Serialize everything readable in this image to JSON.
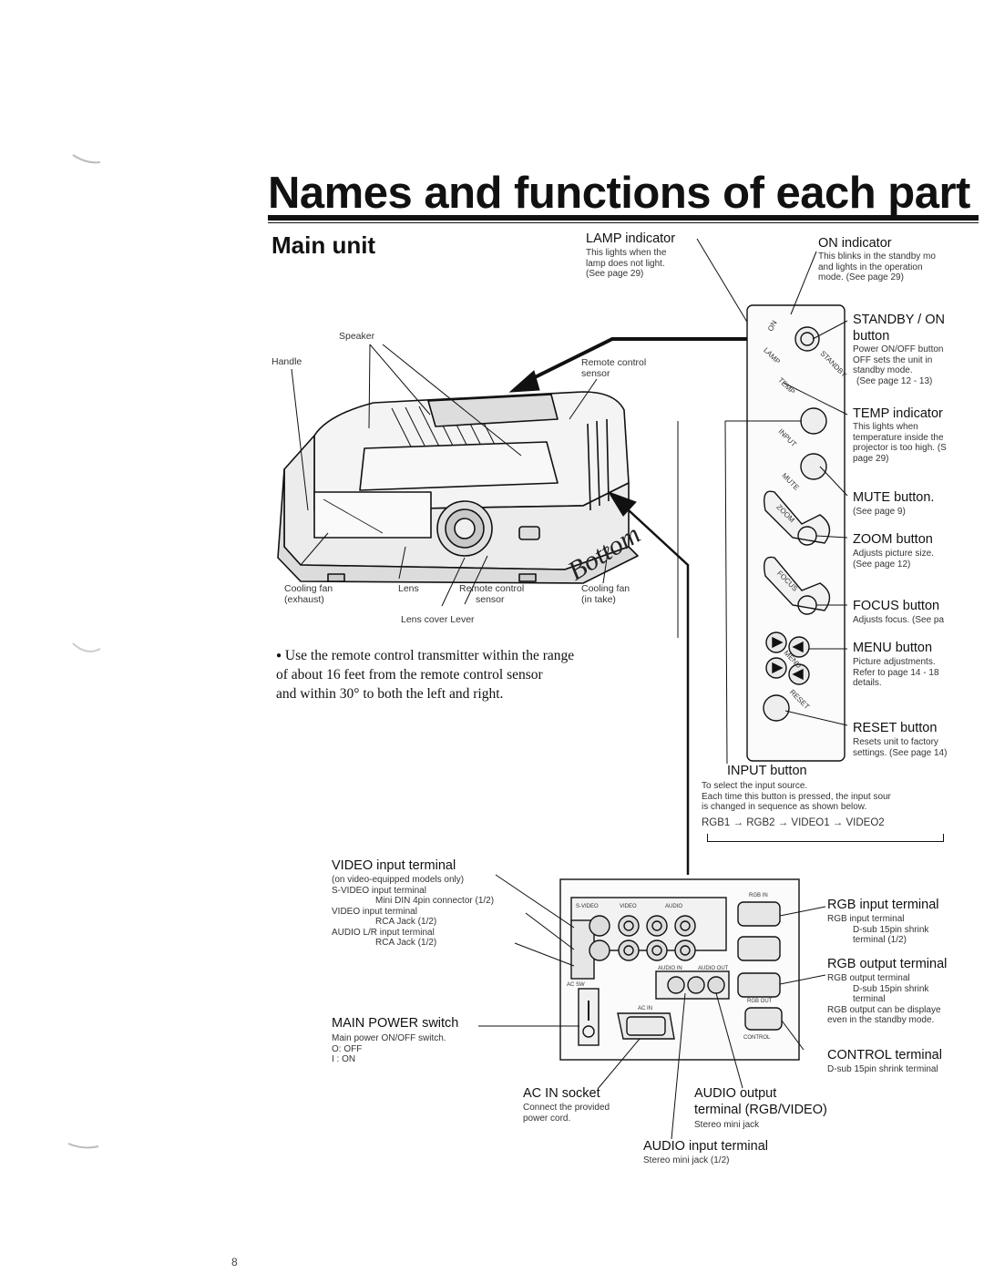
{
  "page": {
    "title": "Names and functions of each part",
    "section": "Main unit",
    "page_number": "8"
  },
  "projector_labels": {
    "lamp_indicator": {
      "name": "LAMP indicator",
      "desc": [
        "This lights when the",
        "lamp does not light.",
        "(See page 29)"
      ]
    },
    "speaker": "Speaker",
    "handle": "Handle",
    "remote_sensor_top": [
      "Remote control",
      "sensor"
    ],
    "cooling_exhaust": [
      "Cooling fan",
      "(exhaust)"
    ],
    "lens": "Lens",
    "remote_sensor_front": [
      "Remote control",
      "sensor"
    ],
    "cooling_intake": [
      "Cooling fan",
      "(in take)"
    ],
    "lens_cover": "Lens cover Lever",
    "handwriting": "Bottom"
  },
  "note": {
    "bullet": "●",
    "lines": [
      "Use the remote control transmitter within the range",
      "of about 16 feet from the remote control sensor",
      "and within 30° to both the left and right."
    ]
  },
  "control_panel": {
    "on_indicator": {
      "name": "ON indicator",
      "desc": [
        "This blinks in the standby mo",
        "and lights in the operation",
        "mode. (See page 29)"
      ]
    },
    "standby_button": {
      "name": [
        "STANDBY / ON",
        "button"
      ],
      "desc": [
        "Power ON/OFF button",
        "OFF sets the unit in",
        "standby mode.",
        "(See page 12 - 13)"
      ]
    },
    "temp_indicator": {
      "name": "TEMP indicator",
      "desc": [
        "This lights when",
        "temperature inside the",
        "projector is too high. (S",
        "page 29)"
      ]
    },
    "mute_button": {
      "name": "MUTE button.",
      "desc": [
        "(See page 9)"
      ]
    },
    "zoom_button": {
      "name": "ZOOM button",
      "desc": [
        "Adjusts picture size.",
        "(See page 12)"
      ]
    },
    "focus_button": {
      "name": "FOCUS button",
      "desc": [
        "Adjusts focus. (See pa"
      ]
    },
    "menu_button": {
      "name": "MENU button",
      "desc": [
        "Picture adjustments.",
        "Refer to page 14 - 18",
        "details."
      ]
    },
    "reset_button": {
      "name": "RESET button",
      "desc": [
        "Resets unit to factory",
        "settings. (See page 14)"
      ]
    },
    "input_button": {
      "name": "INPUT button",
      "desc": [
        "To select the input source.",
        "Each time this button is pressed, the input sour",
        "is changed in sequence as shown below."
      ],
      "sequence": "RGB1 → RGB2 → VIDEO1 → VIDEO2"
    },
    "panel_glyphs": {
      "on": "ON",
      "lamp": "LAMP",
      "temp": "TEMP",
      "standby": "STANDBY",
      "input": "INPUT",
      "mute": "MUTE",
      "zoom": "ZOOM",
      "focus": "FOCUS",
      "menu": "MENU",
      "reset": "RESET"
    }
  },
  "rear_panel": {
    "video_input": {
      "name": "VIDEO input terminal",
      "desc": [
        "(on video-equipped models only)",
        "S-VIDEO input terminal",
        "Mini DIN 4pin connector (1/2)",
        "VIDEO input terminal",
        "RCA Jack (1/2)",
        "AUDIO L/R input terminal",
        "RCA Jack (1/2)"
      ]
    },
    "main_power": {
      "name": "MAIN POWER switch",
      "desc": [
        "Main power ON/OFF switch.",
        "O: OFF",
        "I : ON"
      ]
    },
    "rgb_input": {
      "name": "RGB input terminal",
      "desc": [
        "RGB input terminal",
        "D-sub 15pin shrink",
        "terminal (1/2)"
      ]
    },
    "rgb_output": {
      "name": "RGB output terminal",
      "desc": [
        "RGB output terminal",
        "D-sub 15pin shrink",
        "terminal",
        "RGB output can be displaye",
        "even in the standby mode."
      ]
    },
    "control_terminal": {
      "name": "CONTROL terminal",
      "desc": [
        "D-sub 15pin shrink terminal"
      ]
    },
    "ac_in": {
      "name": "AC IN socket",
      "desc": [
        "Connect the provided",
        "power cord."
      ]
    },
    "audio_output": {
      "name": [
        "AUDIO output",
        "terminal (RGB/VIDEO)"
      ],
      "desc": [
        "Stereo mini jack"
      ]
    },
    "audio_input": {
      "name": "AUDIO input terminal",
      "desc": [
        "Stereo mini jack (1/2)"
      ]
    },
    "panel_glyphs": {
      "svideo": "S-VIDEO",
      "video": "VIDEO",
      "audio": "AUDIO",
      "rgb_in": "RGB IN",
      "rgb_out": "RGB OUT",
      "control": "CONTROL",
      "ac_sw": "AC SW",
      "ac_in": "AC IN",
      "audio_in": "AUDIO IN",
      "audio_out": "AUDIO OUT"
    }
  },
  "colors": {
    "ink": "#111111",
    "paper": "#ffffff",
    "shade": "#cfcfcf"
  }
}
